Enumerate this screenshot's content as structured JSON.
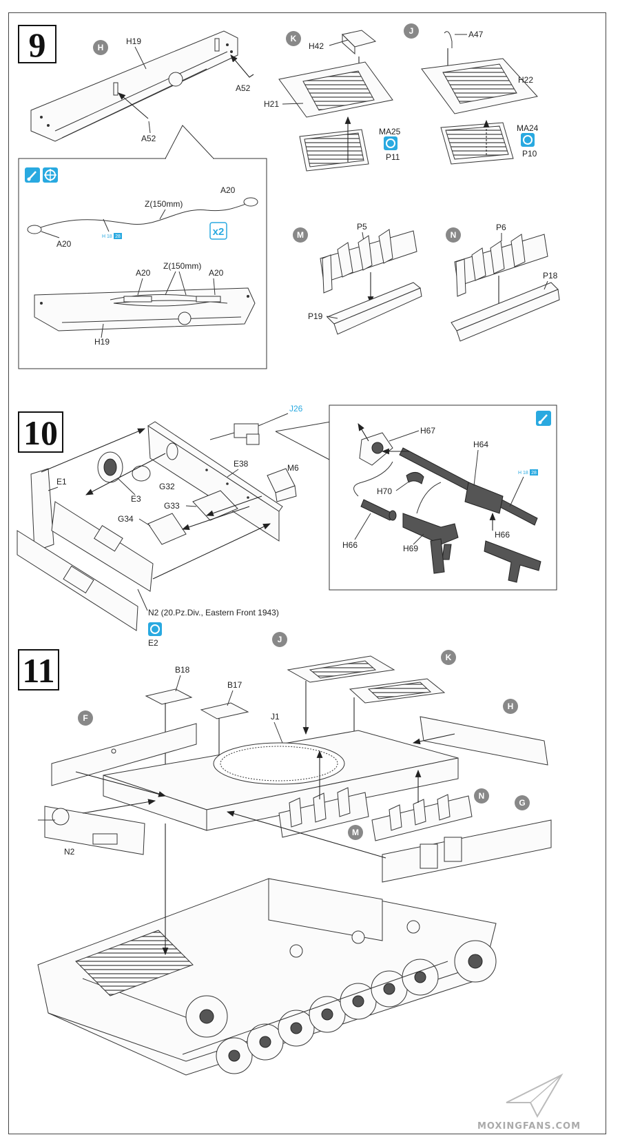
{
  "steps": {
    "s9": "9",
    "s10": "10",
    "s11": "11"
  },
  "step9": {
    "h": "H",
    "k": "K",
    "j": "J",
    "m": "M",
    "n": "N",
    "h19_top": "H19",
    "a52_right": "A52",
    "a52_left": "A52",
    "h42": "H42",
    "h21": "H21",
    "ma25": "MA25",
    "p11": "P11",
    "a47": "A47",
    "h22": "H22",
    "ma24": "MA24",
    "p10": "P10",
    "inset_a20_top": "A20",
    "inset_z_top": "Z(150mm)",
    "inset_a20_left": "A20",
    "inset_h18": "H",
    "inset_18": "18",
    "inset_28": "28",
    "inset_x2": "x2",
    "inset_a20_mid_left": "A20",
    "inset_z_mid": "Z(150mm)",
    "inset_a20_mid_right": "A20",
    "inset_h19": "H19",
    "p5": "P5",
    "p19": "P19",
    "p6": "P6",
    "p18": "P18"
  },
  "step10": {
    "j26": "J26",
    "e38": "E38",
    "m6": "M6",
    "e1": "E1",
    "g32": "G32",
    "e3": "E3",
    "g33": "G33",
    "g34": "G34",
    "n2_note": "N2 (20.Pz.Div., Eastern Front 1943)",
    "e2": "E2",
    "h67": "H67",
    "h64": "H64",
    "h70": "H70",
    "h66_left": "H66",
    "h69": "H69",
    "h66_right": "H66",
    "inset_h": "H",
    "inset_18": "18",
    "inset_28": "28"
  },
  "step11": {
    "j": "J",
    "k": "K",
    "h": "H",
    "f": "F",
    "n": "N",
    "g": "G",
    "m": "M",
    "b18": "B18",
    "b17": "B17",
    "j1": "J1",
    "n2": "N2"
  },
  "watermark": "MOXINGFANS.COM",
  "icons": [
    "paint-brush-icon",
    "crosshair-decal-icon",
    "repeat-x2-icon",
    "paper-plane-icon"
  ],
  "colors": {
    "accent": "#29a9e0",
    "circle_marker": "#888888",
    "line": "#333333"
  }
}
